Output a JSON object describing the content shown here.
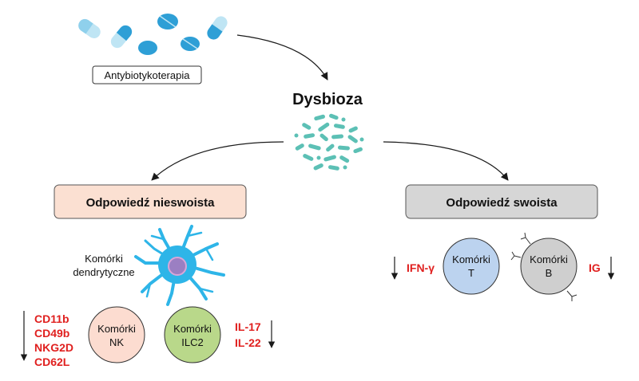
{
  "top": {
    "therapy_label": "Antybiotykoterapia",
    "center_title": "Dysbioza"
  },
  "innate": {
    "box_label": "Odpowiedź nieswoista",
    "dendritic_label_line1": "Komórki",
    "dendritic_label_line2": "dendrytyczne",
    "markers": [
      "CD11b",
      "CD49b",
      "NKG2D",
      "CD62L"
    ],
    "nk_cell": {
      "line1": "Komórki",
      "line2": "NK"
    },
    "ilc2_cell": {
      "line1": "Komórki",
      "line2": "ILC2"
    },
    "cytokines": [
      "IL-17",
      "IL-22"
    ]
  },
  "adaptive": {
    "box_label": "Odpowiedź swoista",
    "t_cell": {
      "line1": "Komórki",
      "line2": "T"
    },
    "b_cell": {
      "line1": "Komórki",
      "line2": "B"
    },
    "ifn_label": "IFN-γ",
    "ig_label": "IG"
  },
  "colors": {
    "pill_light": "#9fd7ee",
    "pill_dark": "#2e9fd6",
    "bacteria": "#5cc0b5",
    "innate_box": "#fbe0d2",
    "adaptive_box": "#d6d6d6",
    "red_text": "#e0201f",
    "dendritic": "#2eb5e8",
    "nk_fill": "#fcdcd0",
    "ilc2_fill": "#b9d88a",
    "t_fill": "#bcd3ef",
    "b_fill": "#cfcfcf"
  }
}
